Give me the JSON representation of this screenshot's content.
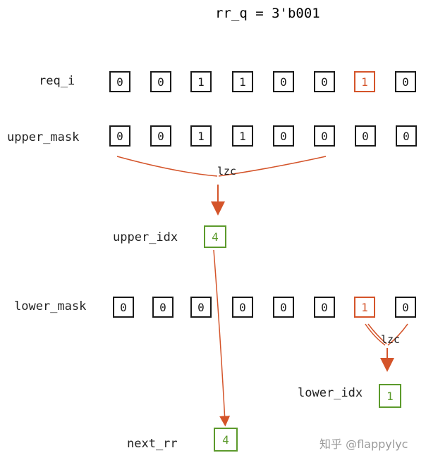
{
  "title": "rr_q = 3'b001",
  "colors": {
    "orange": "#d4542a",
    "green": "#5c9a2c",
    "ink": "#1a1a1a"
  },
  "rows": {
    "req_i": {
      "label": "req_i",
      "bits": [
        "0",
        "0",
        "1",
        "1",
        "0",
        "0",
        "1",
        "0"
      ],
      "highlight": 6
    },
    "upper_mask": {
      "label": "upper_mask",
      "bits": [
        "0",
        "0",
        "1",
        "1",
        "0",
        "0",
        "0",
        "0"
      ]
    },
    "lower_mask": {
      "label": "lower_mask",
      "bits": [
        "0",
        "0",
        "0",
        "0",
        "0",
        "0",
        "1",
        "0"
      ],
      "highlight": 6
    }
  },
  "upper_idx": {
    "label": "upper_idx",
    "value": "4"
  },
  "lower_idx": {
    "label": "lower_idx",
    "value": "1"
  },
  "next_rr": {
    "label": "next_rr",
    "value": "4"
  },
  "lzc_label": "lzc",
  "watermark": "知乎 @flappylyc"
}
